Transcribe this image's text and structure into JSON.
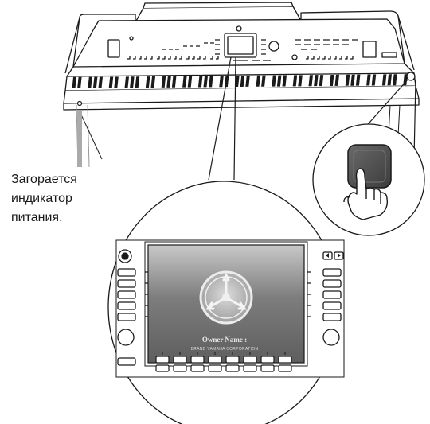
{
  "caption": {
    "line1": "Загорается",
    "line2": "индикатор",
    "line3": "питания."
  },
  "screen": {
    "owner_name": "Owner Name :",
    "corporation": "BRAND YAMAHA CORPORATION"
  },
  "colors": {
    "outline": "#1a1a1a",
    "power_button": "#555555",
    "screen_dark": "#6b6b6b",
    "screen_light": "#bdbdbd",
    "pointer_bar": "#aaaaaa"
  }
}
